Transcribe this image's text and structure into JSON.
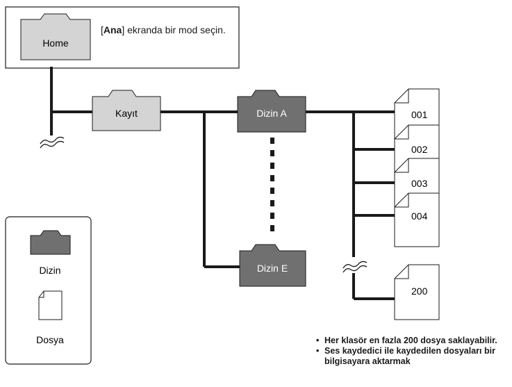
{
  "home_box": {
    "folder_label": "Home",
    "message_prefix": "[",
    "message_bold": "Ana",
    "message_suffix": "] ekranda bir mod seçin."
  },
  "record_folder": {
    "label": "Kayıt"
  },
  "folders": [
    {
      "label": "Dizin A"
    },
    {
      "label": "Dizin E"
    }
  ],
  "files": [
    "001",
    "002",
    "003",
    "004",
    "200"
  ],
  "legend": {
    "folder_label": "Dizin",
    "file_label": "Dosya"
  },
  "notes": [
    "Her klasör en fazla 200 dosya saklayabilir.",
    "Ses kaydedici ile kaydedilen dosyaları bir bilgisayara aktarmak"
  ],
  "colors": {
    "light_folder": "#d4d4d4",
    "dark_folder": "#707070",
    "line": "#1a1a1a"
  }
}
